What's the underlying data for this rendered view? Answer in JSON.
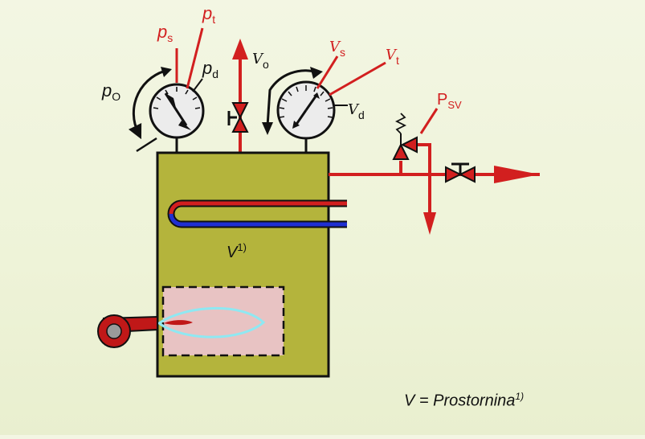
{
  "labels": {
    "p_s_main": "p",
    "p_s_sub": "s",
    "p_t_main": "p",
    "p_t_sub": "t",
    "p_d_main": "p",
    "p_d_sub": "d",
    "p_o_main": "p",
    "p_o_sub": "O",
    "v_o_main": "V",
    "v_o_sub": "o",
    "v_s_main": "V",
    "v_s_sub": "s",
    "v_t_main": "V",
    "v_t_sub": "t",
    "v_d_main": "V",
    "v_d_sub": "d",
    "psv_main": "P",
    "psv_sub": "SV",
    "volume_main": "V",
    "volume_sup": "1)"
  },
  "caption": {
    "text": "V = Prostornina",
    "sup": "1)"
  },
  "colors": {
    "vessel": "#b4b43c",
    "pipe": "#d21f1f",
    "furnace": "#e8c3c3",
    "flame": "#8fe8f2",
    "coil_cold": "#1f2fd2",
    "gauge_face": "#ececec"
  }
}
